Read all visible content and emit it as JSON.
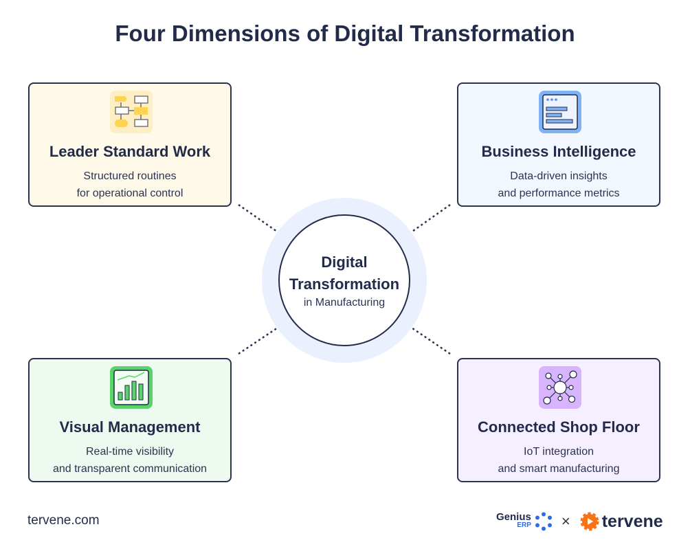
{
  "title": "Four Dimensions of Digital Transformation",
  "center": {
    "line1": "Digital",
    "line2": "Transformation",
    "line3": "in Manufacturing"
  },
  "cards": [
    {
      "title": "Leader Standard Work",
      "line1": "Structured routines",
      "line2": "for operational control",
      "icon": "flowchart-icon",
      "bg": "#fff9ea"
    },
    {
      "title": "Business Intelligence",
      "line1": "Data-driven insights",
      "line2": "and performance metrics",
      "icon": "dashboard-window-icon",
      "bg": "#f3f7ff"
    },
    {
      "title": "Visual Management",
      "line1": "Real-time visibility",
      "line2": "and transparent communication",
      "icon": "bar-chart-icon",
      "bg": "#eefaef"
    },
    {
      "title": "Connected Shop Floor",
      "line1": "IoT integration",
      "line2": "and smart manufacturing",
      "icon": "network-hub-icon",
      "bg": "#f6efff"
    }
  ],
  "footer": {
    "url": "tervene.com",
    "logo1": "Genius",
    "logo1_sub": "ERP",
    "separator": "×",
    "logo2": "tervene"
  }
}
